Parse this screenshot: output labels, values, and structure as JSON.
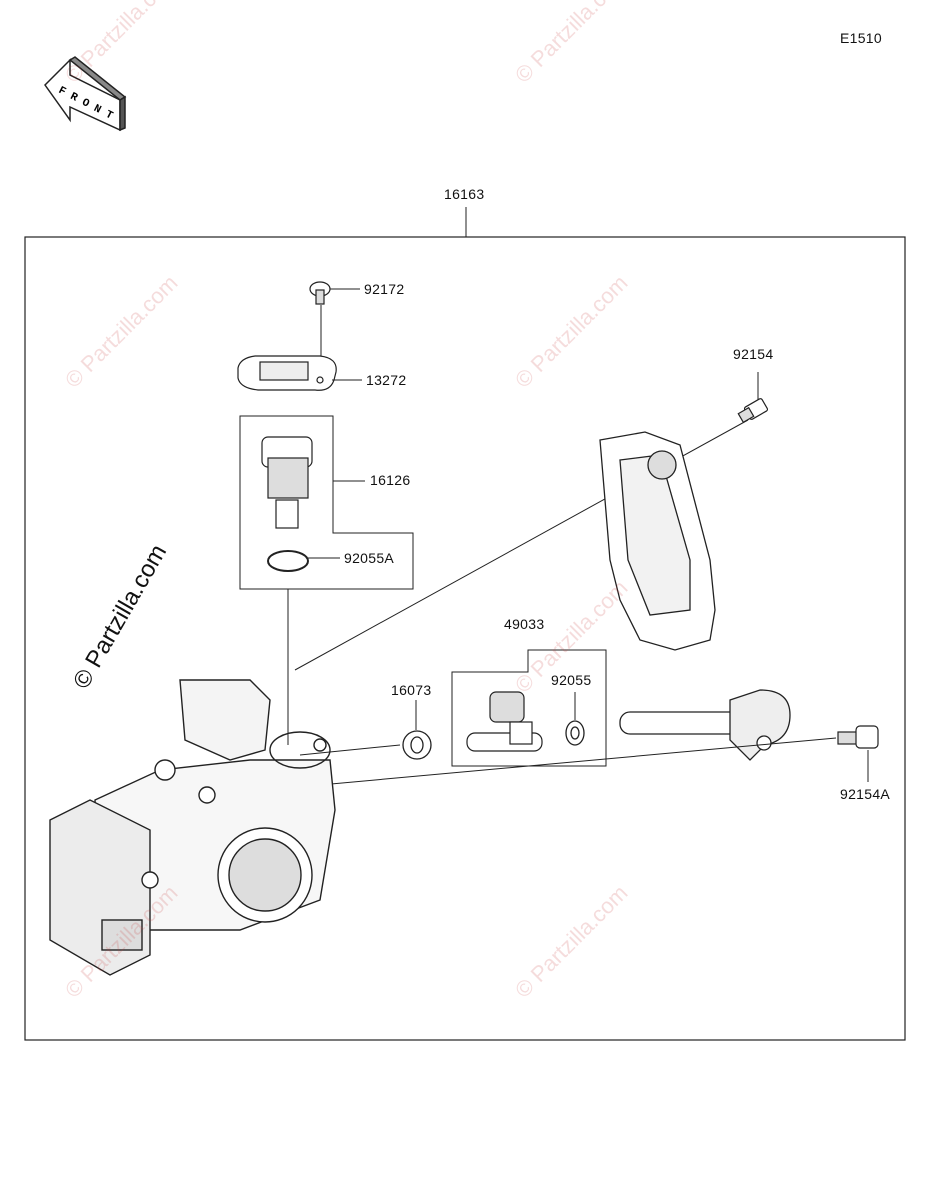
{
  "diagram_id": "E1510",
  "front_label": "FRONT",
  "watermark": "© Partzilla.com",
  "parts": {
    "assembly": "16163",
    "screw_top": "92172",
    "plate": "13272",
    "sensor": "16126",
    "oring_a": "92055A",
    "bolt_right_top": "92154",
    "seal": "16073",
    "injector_assy": "49033",
    "oring": "92055",
    "bolt_right": "92154A"
  },
  "colors": {
    "line": "#222222",
    "watermark": "#c83c3c"
  }
}
